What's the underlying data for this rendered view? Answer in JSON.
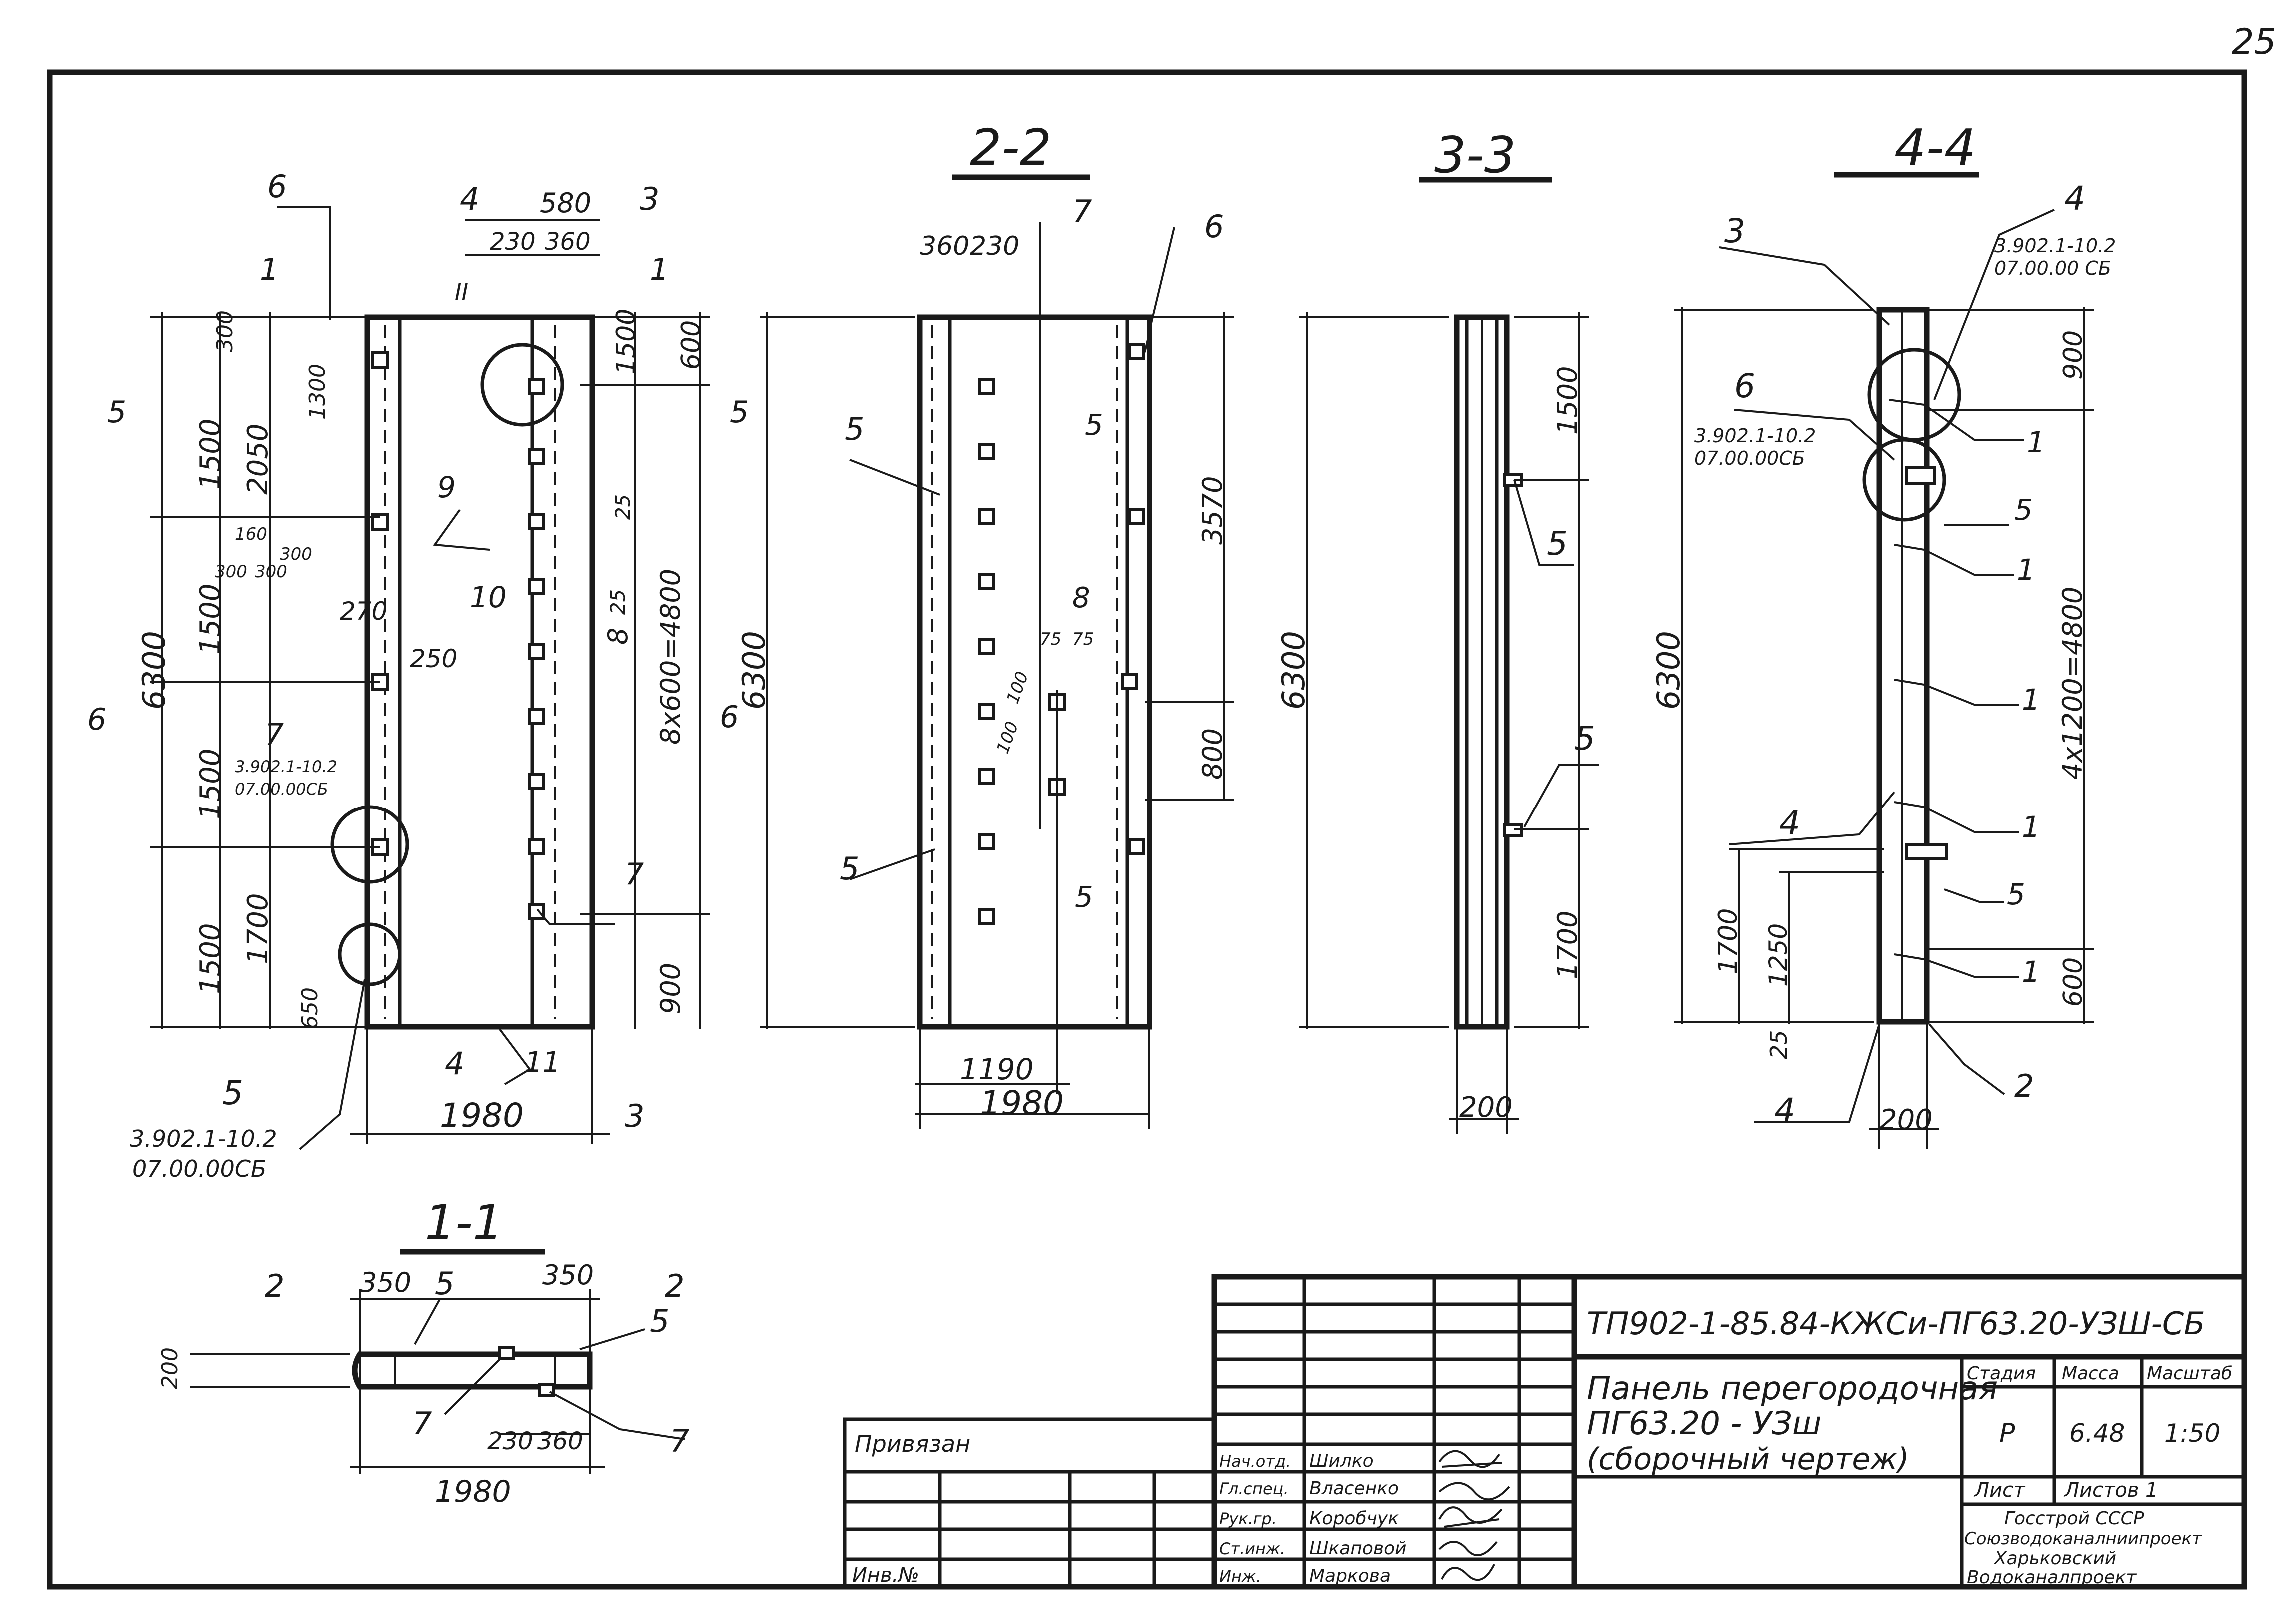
{
  "page_number": "25",
  "sections": {
    "s22": "2-2",
    "s33": "3-3",
    "s44": "4-4",
    "s11": "1-1"
  },
  "elevation": {
    "dims_top": [
      "580",
      "230",
      "360"
    ],
    "cut_marks": [
      "4",
      "3",
      "6",
      "1",
      "1",
      "5",
      "5",
      "6",
      "6",
      "4",
      "3"
    ],
    "dims_left_outer": [
      "1500",
      "1500",
      "1500",
      "1500",
      "6300"
    ],
    "dims_left_mid": [
      "300",
      "2050",
      "1300",
      "1700",
      "650"
    ],
    "dims_small": [
      "160",
      "300",
      "300",
      "300",
      "270",
      "250"
    ],
    "dims_right": [
      "600",
      "1500",
      "25",
      "25",
      "8x600=4800",
      "900"
    ],
    "bottom_width": "1980",
    "callouts": [
      "II",
      "9",
      "10",
      "8",
      "7",
      "7",
      "11"
    ],
    "ref7": [
      "3.902.1-10.2",
      "07.00.00CБ"
    ],
    "ref5": [
      "3.902.1-10.2",
      "07.00.00CБ"
    ]
  },
  "section22": {
    "dims_top": [
      "360",
      "230"
    ],
    "height": "6300",
    "right_dims": [
      "3570",
      "800"
    ],
    "small": [
      "75",
      "75",
      "100",
      "100"
    ],
    "bottom": [
      "1190",
      "1980"
    ],
    "callouts": [
      "7",
      "6",
      "5",
      "5",
      "5",
      "5",
      "5",
      "8"
    ]
  },
  "section33": {
    "height": "6300",
    "right_dims": [
      "1500",
      "1700"
    ],
    "width": "200",
    "callouts": [
      "5",
      "5"
    ]
  },
  "section44": {
    "height": "6300",
    "right_dims": [
      "900",
      "4x1200=4800",
      "600"
    ],
    "left_dims": [
      "1700",
      "1250",
      "25"
    ],
    "width": "200",
    "callouts": [
      "3",
      "4",
      "6",
      "1",
      "5",
      "1",
      "1",
      "4",
      "1",
      "5",
      "1",
      "2",
      "4"
    ],
    "ref4": [
      "3.902.1-10.2",
      "07.00.00 CБ"
    ],
    "ref6": [
      "3.902.1-10.2",
      "07.00.00CБ"
    ]
  },
  "section11": {
    "dims": [
      "350",
      "350",
      "230",
      "360",
      "1980",
      "200"
    ],
    "callouts": [
      "5",
      "5",
      "7",
      "7",
      "2",
      "2"
    ]
  },
  "title_block": {
    "doc_code": "ТП902-1-85.84-КЖСи-ПГ63.20-УЗШ-СБ",
    "name_line1": "Панель перегородочная",
    "name_line2": "ПГ63.20 - УЗш",
    "name_line3": "(сборочный чертеж)",
    "col_headers": [
      "Стадия",
      "Масса",
      "Масштаб"
    ],
    "stage": "Р",
    "mass": "6.48",
    "scale": "1:50",
    "sheet_label": "Лист",
    "sheets_label": "Листов 1",
    "org": [
      "Госстрой СССР",
      "Союзводоканалниипроект",
      "Харьковский",
      "Водоканалпроект"
    ],
    "bound": "Привязан",
    "inv": "Инв.№",
    "roles": [
      "Нач.отд.",
      "Гл.спец.",
      "Рук.гр.",
      "Ст.инж.",
      "Инж."
    ],
    "people": [
      "Шилко",
      "Власенко",
      "Коробчук",
      "Шкаповой",
      "Маркова"
    ]
  }
}
